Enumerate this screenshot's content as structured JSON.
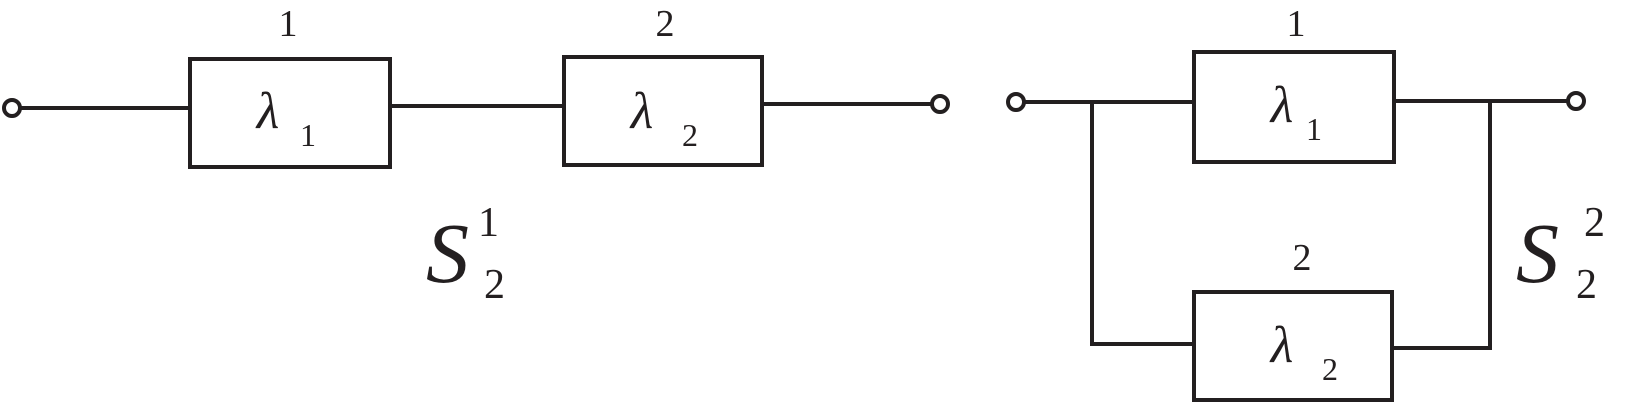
{
  "series_system": {
    "element_1": {
      "number": "1",
      "symbol": "λ",
      "subscript": "1"
    },
    "element_2": {
      "number": "2",
      "symbol": "λ",
      "subscript": "2"
    },
    "label": {
      "letter": "S",
      "sub": "2",
      "sup": "1"
    }
  },
  "parallel_system": {
    "element_1": {
      "number": "1",
      "symbol": "λ",
      "subscript": "1"
    },
    "element_2": {
      "number": "2",
      "symbol": "λ",
      "subscript": "2"
    },
    "label": {
      "letter": "S",
      "sub": "2",
      "sup": "2"
    }
  }
}
